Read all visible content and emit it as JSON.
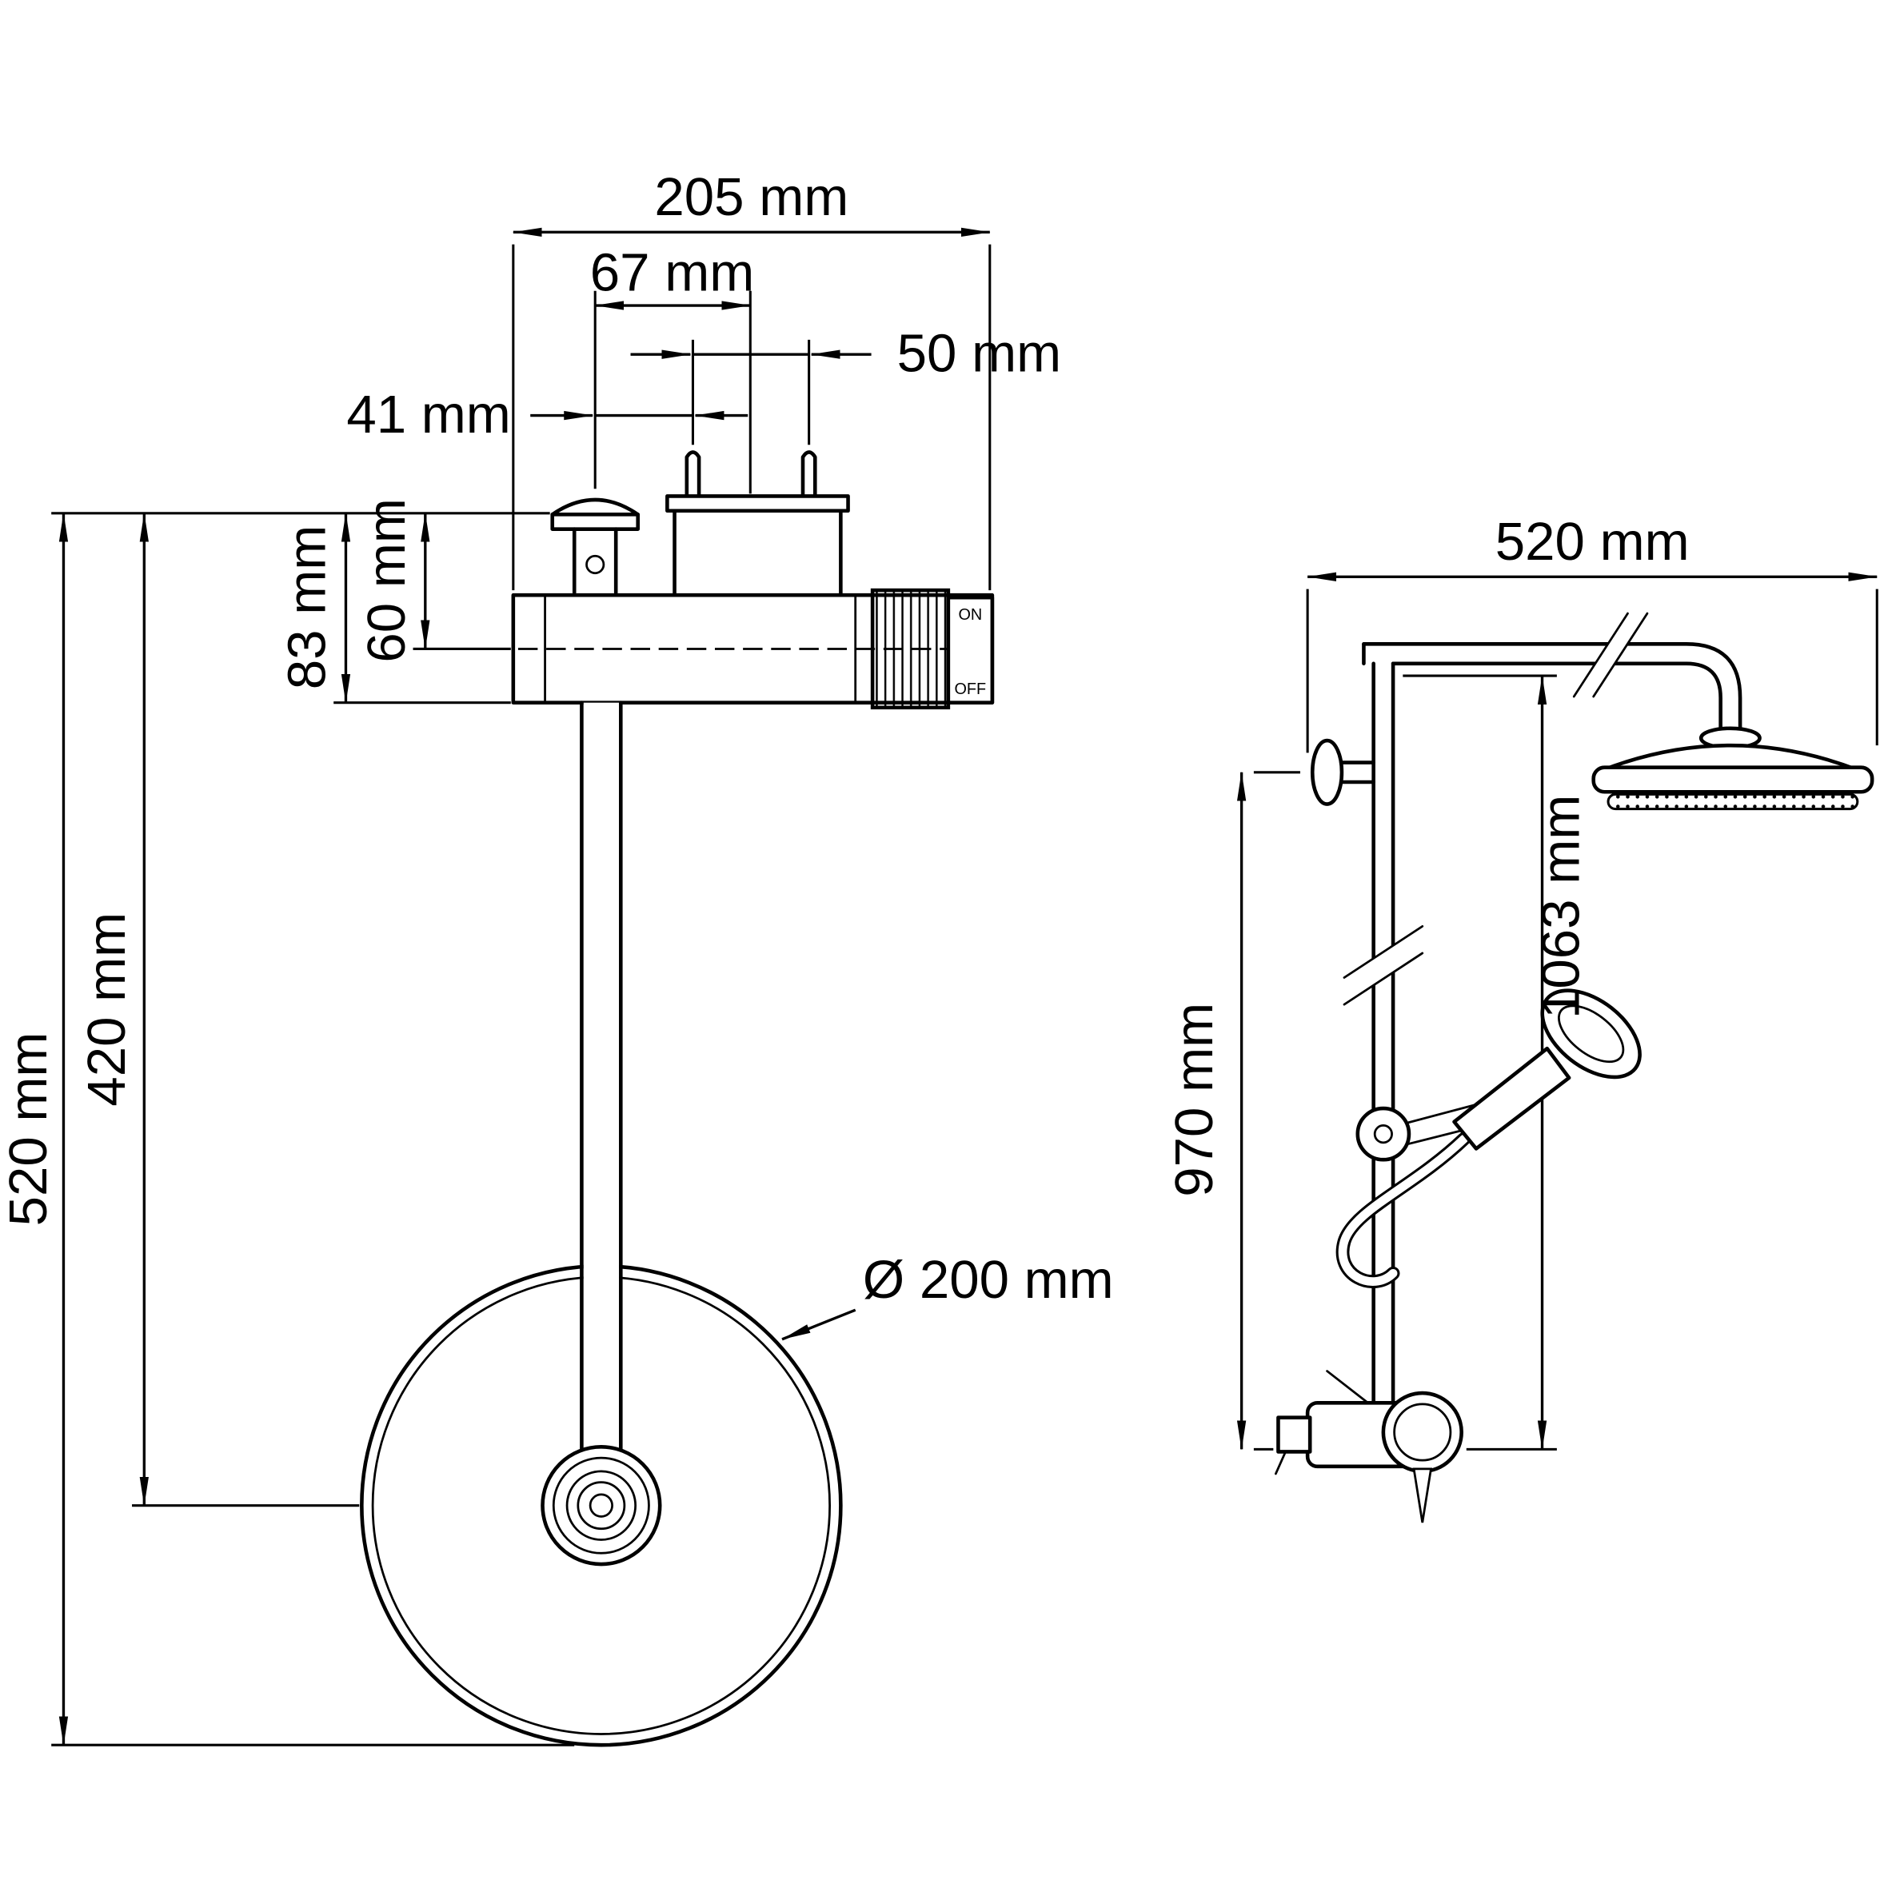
{
  "drawing": {
    "background": "#ffffff",
    "line_color": "#000000"
  },
  "front_view": {
    "dim_total_width": "205 mm",
    "dim_outlet_to_center": "67 mm",
    "dim_inlet_spacing": "50 mm",
    "dim_outlet_to_inlet": "41 mm",
    "dim_body_height": "83 mm",
    "dim_center_height": "60 mm",
    "dim_overall_height": "520 mm",
    "dim_head_drop": "420 mm",
    "dim_head_diameter": "Ø 200 mm",
    "label_on": "ON",
    "label_off": "OFF"
  },
  "side_view": {
    "dim_top_width": "520 mm",
    "dim_riser_height": "1063 mm",
    "dim_rail_height": "970 mm"
  }
}
